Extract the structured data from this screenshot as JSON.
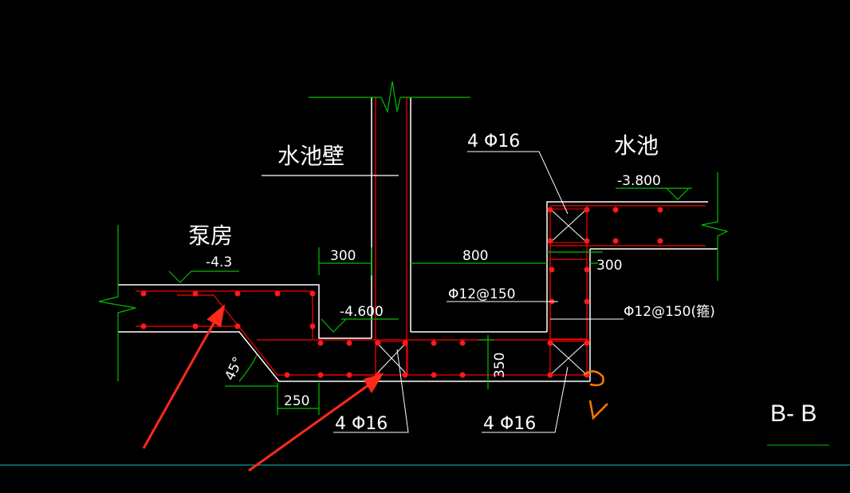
{
  "colors": {
    "background": "#000000",
    "concrete": "#ffffff",
    "rebar": "#ff0000",
    "rebar_dot": "#ff1a1a",
    "dimension": "#00c000",
    "annotation_arrow": "#ff2a1a",
    "markup": "#ff7a00",
    "frame_line": "#00c8c8"
  },
  "labels": {
    "pool_wall": "水池壁",
    "pump_room": "泵房",
    "pool": "水池",
    "section_title": "B- B"
  },
  "elevations": {
    "pump_room": "-4.3",
    "pool": "-3.800",
    "pit_bottom": "-4.600"
  },
  "dimensions": {
    "wall_offset": "300",
    "pool_span": "800",
    "pool_wall_thickness": "300",
    "slab_thickness": "350",
    "haunch_width": "250",
    "slope_angle": "45°"
  },
  "rebar_callouts": {
    "top_pool_beam": "4 Φ16",
    "bottom_left_beam": "4 Φ16",
    "bottom_right_beam": "4 Φ16",
    "stirrup": "Φ12@150",
    "stirrup_dense": "Φ12@150(箍)"
  }
}
